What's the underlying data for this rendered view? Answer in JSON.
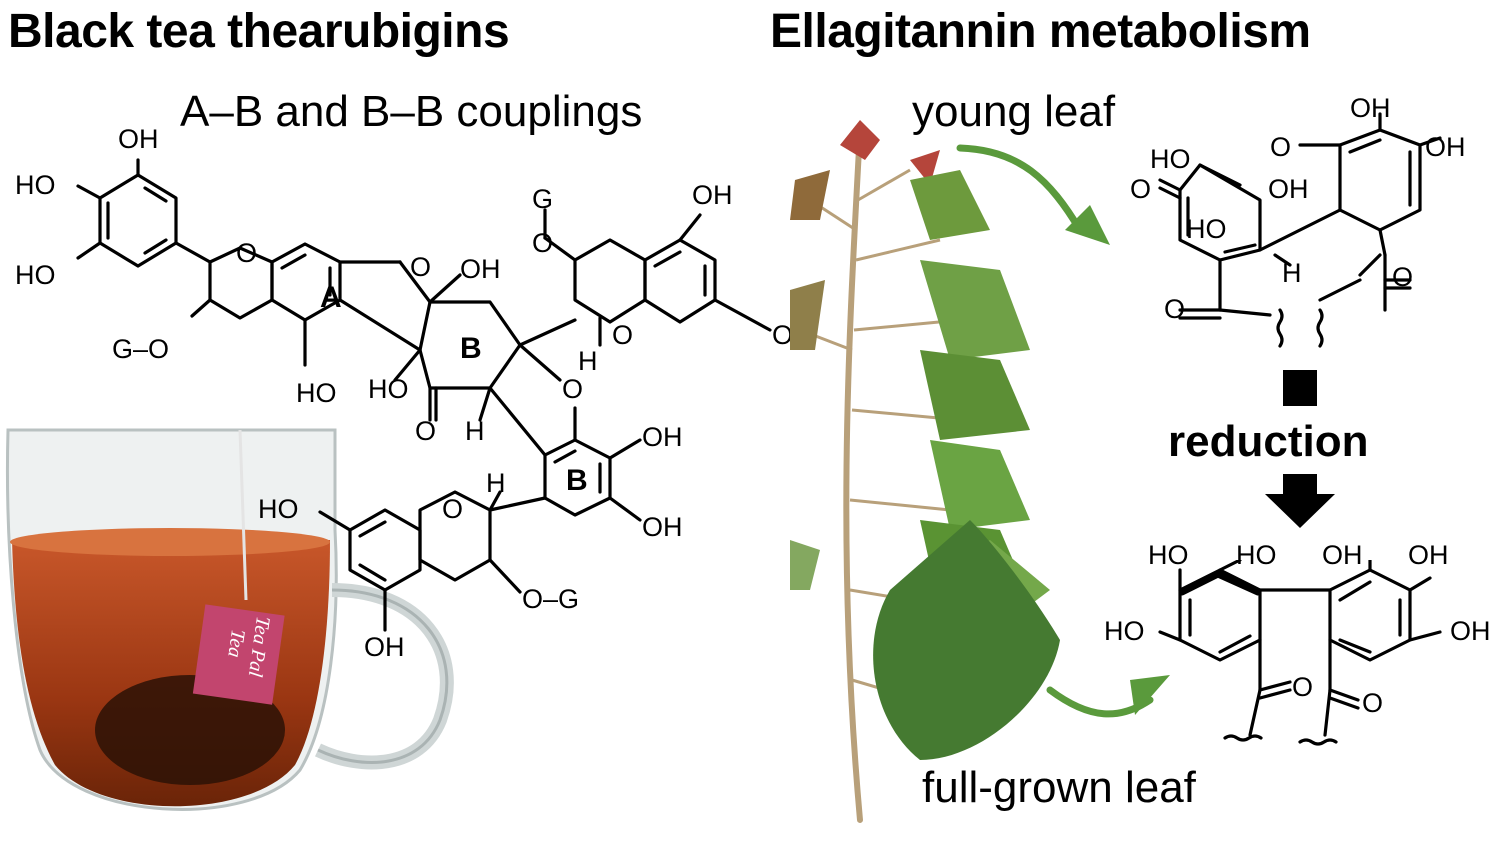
{
  "left": {
    "title": "Black tea thearubigins",
    "subtitle": "A–B and B–B couplings",
    "ring_labels": [
      "A",
      "B",
      "B"
    ],
    "atom_labels": [
      "OH",
      "HO",
      "HO",
      "O",
      "G–O",
      "HO",
      "HO",
      "O",
      "OH",
      "G",
      "O",
      "OH",
      "OH",
      "H",
      "O",
      "O",
      "H",
      "O",
      "OH",
      "OH",
      "HO",
      "O",
      "H",
      "HO",
      "O–G",
      "OH"
    ]
  },
  "right": {
    "title": "Ellagitannin metabolism",
    "young_label": "young leaf",
    "full_label": "full-grown leaf",
    "reduction_label": "reduction",
    "top_atoms": [
      "OH",
      "HO",
      "O",
      "OH",
      "O",
      "OH",
      "HO",
      "H",
      "O",
      "O"
    ],
    "bottom_atoms": [
      "HO",
      "HO",
      "OH",
      "OH",
      "HO",
      "OH",
      "O",
      "O"
    ]
  },
  "teabag_text": "Tea Pal Tea",
  "colors": {
    "arrow_green": "#5a9a3c",
    "tea": "#b8481c",
    "tag": "#c2456e"
  }
}
